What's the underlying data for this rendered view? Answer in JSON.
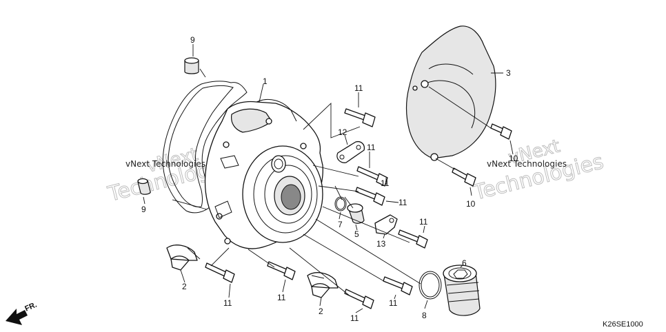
{
  "diagram": {
    "callouts": [
      "1",
      "2",
      "2",
      "3",
      "5",
      "6",
      "7",
      "8",
      "9",
      "9",
      "10",
      "10",
      "11",
      "11",
      "11",
      "11",
      "11",
      "11",
      "11",
      "11",
      "11",
      "12",
      "13"
    ],
    "direction_label": "FR.",
    "diagram_code": "K26SE1000",
    "watermarks": [
      "vNext Technologies",
      "Technologies",
      "vNext Technologies",
      "Technologies"
    ]
  }
}
